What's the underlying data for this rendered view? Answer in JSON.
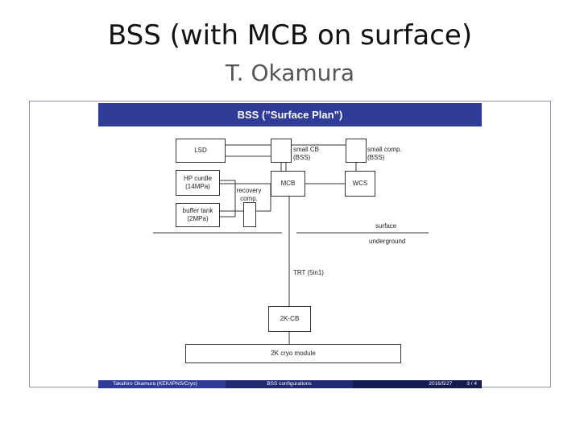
{
  "title": "BSS (with MCB on surface)",
  "subtitle": "T. Okamura",
  "slide": {
    "header": "BSS (”Surface Plan”)",
    "nodes": {
      "lsd": "LSD",
      "hp_curdle": "HP curdle\n(14MPa)",
      "buffer_tank": "buffer tank\n(2MPa)",
      "recovery_comp": "recovery\ncomp.",
      "small_cb": "small CB\n(BSS)",
      "small_comp": "small comp.\n(BSS)",
      "mcb": "MCB",
      "wcs": "WCS",
      "surface": "surface",
      "underground": "underground",
      "trt": "TRT (5in1)",
      "cb_2k": "2K-CB",
      "cryo_module": "2K cryo module"
    },
    "footer": {
      "author": "Takahiro Okamura (KEK/IPNS/Cryo)",
      "topic": "BSS configurations",
      "date": "2016/5/27",
      "page": "3 / 4"
    }
  },
  "colors": {
    "header_bg": "#2e3b97",
    "frame_border": "#8a96b8"
  }
}
